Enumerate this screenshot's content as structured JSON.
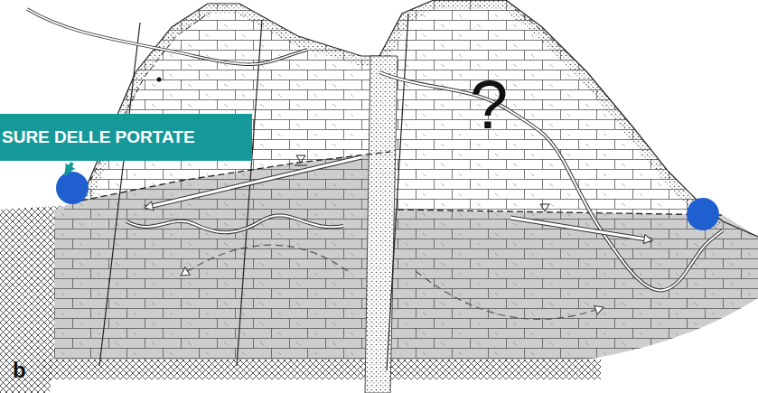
{
  "diagram": {
    "nodes": [
      {
        "text": [
          "SURE DELLE PORTATE"
        ]
      }
    ],
    "labels": [
      "?",
      "b"
    ]
  }
}
